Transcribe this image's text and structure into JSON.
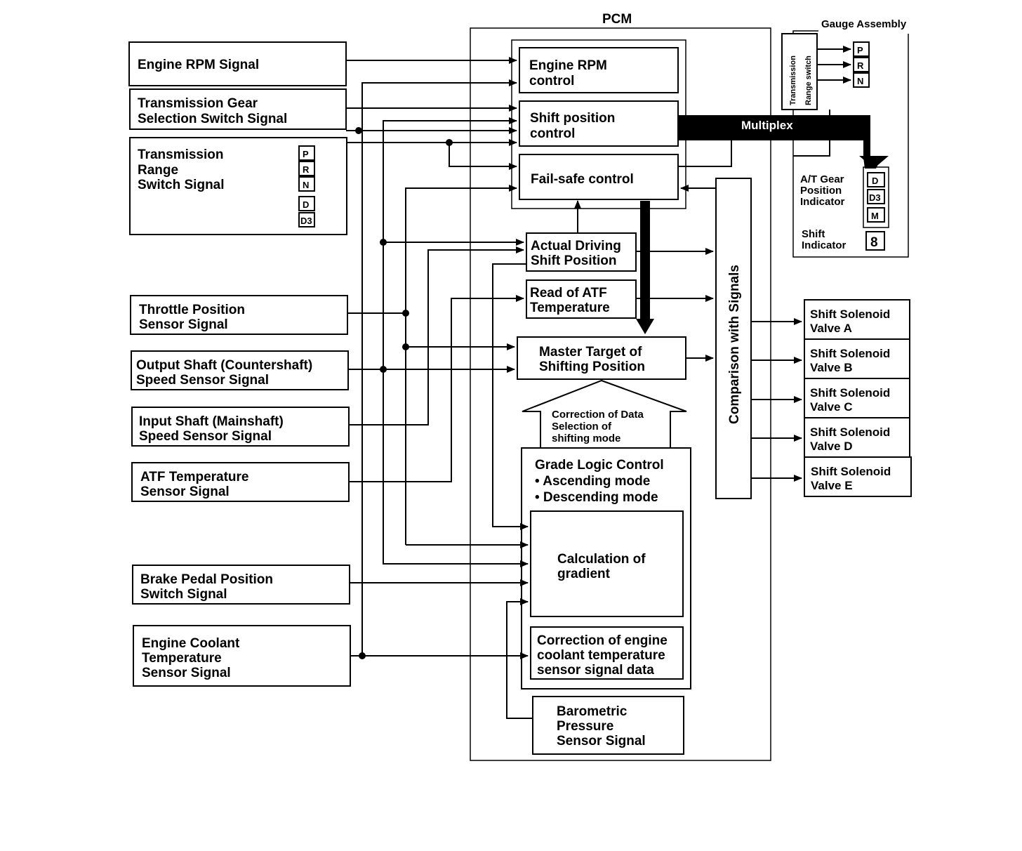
{
  "pcm": {
    "title": "PCM"
  },
  "gauge": {
    "title": "Gauge Assembly",
    "range_switch": [
      "Transmission",
      "Range switch"
    ],
    "prn": [
      "P",
      "R",
      "N"
    ],
    "indicator_label": [
      "A/T Gear",
      "Position",
      "Indicator"
    ],
    "indicator_gears": [
      "D",
      "D3",
      "M"
    ],
    "shift_label": [
      "Shift",
      "Indicator"
    ],
    "shift_digit": "8"
  },
  "multiplex": "Multiplex",
  "inputs": {
    "engine_rpm": [
      "Engine RPM Signal"
    ],
    "gear_selection": [
      "Transmission Gear",
      "Selection Switch Signal"
    ],
    "range_switch": [
      "Transmission",
      "Range",
      "Switch Signal"
    ],
    "range_gears": [
      "P",
      "R",
      "N",
      "D",
      "D3"
    ],
    "throttle": [
      "Throttle Position",
      "Sensor Signal"
    ],
    "output_shaft": [
      "Output Shaft (Countershaft)",
      "Speed Sensor Signal"
    ],
    "input_shaft": [
      "Input Shaft (Mainshaft)",
      "Speed Sensor Signal"
    ],
    "atf_temp": [
      "ATF Temperature",
      "Sensor Signal"
    ],
    "brake": [
      "Brake Pedal Position",
      "Switch Signal"
    ],
    "coolant": [
      "Engine Coolant",
      "Temperature",
      "Sensor Signal"
    ]
  },
  "pcm_blocks": {
    "engine_rpm_control": [
      "Engine RPM",
      "control"
    ],
    "shift_position_control": [
      "Shift position",
      "control"
    ],
    "fail_safe": [
      "Fail-safe control"
    ],
    "actual_driving": [
      "Actual Driving",
      "Shift Position"
    ],
    "read_atf": [
      "Read of ATF",
      "Temperature"
    ],
    "master_target": [
      "Master Target of",
      "Shifting Position"
    ],
    "correction_data": [
      "Correction of Data",
      "Selection of",
      "shifting mode"
    ],
    "grade_logic": [
      "Grade Logic Control",
      "• Ascending mode",
      "• Descending mode"
    ],
    "gradient": [
      "Calculation of",
      "gradient"
    ],
    "coolant_correction": [
      "Correction of engine",
      "coolant temperature",
      "sensor signal data"
    ],
    "barometric": [
      "Barometric",
      "Pressure",
      "Sensor Signal"
    ],
    "comparison": "Comparison with Signals"
  },
  "outputs": [
    [
      "Shift Solenoid",
      "Valve A"
    ],
    [
      "Shift Solenoid",
      "Valve B"
    ],
    [
      "Shift Solenoid",
      "Valve C"
    ],
    [
      "Shift Solenoid",
      "Valve D"
    ],
    [
      "Shift Solenoid",
      "Valve E"
    ]
  ]
}
